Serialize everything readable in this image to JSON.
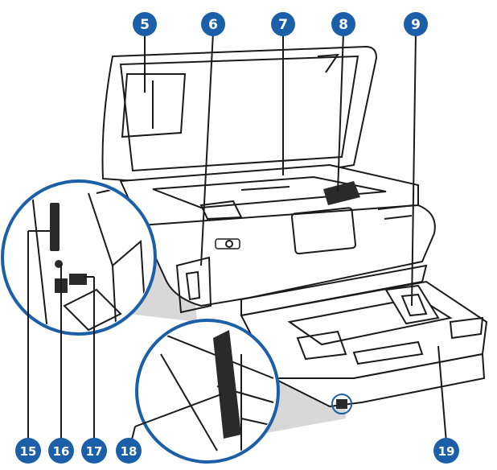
{
  "callouts": {
    "c5": {
      "label": "5"
    },
    "c6": {
      "label": "6"
    },
    "c7": {
      "label": "7"
    },
    "c8": {
      "label": "8"
    },
    "c9": {
      "label": "9"
    },
    "c15": {
      "label": "15"
    },
    "c16": {
      "label": "16"
    },
    "c17": {
      "label": "17"
    },
    "c18": {
      "label": "18"
    },
    "c19": {
      "label": "19"
    }
  },
  "colors": {
    "callout_fill": "#1b5fa8",
    "line": "#1a1a1a",
    "zoom_shadow": "#cfcfcf",
    "zoom_ring": "#1b5fa8",
    "printer_body": "#ffffff",
    "dark_part": "#2a2a2a"
  },
  "icons": [
    "printer-illustration",
    "card-slot-zoom",
    "door-latch-zoom"
  ]
}
